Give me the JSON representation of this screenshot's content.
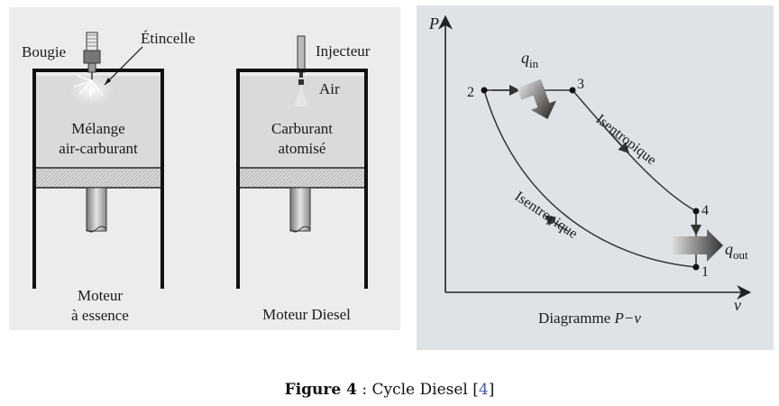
{
  "engines": {
    "gasoline": {
      "spark_plug_label": "Bougie",
      "spark_label": "Étincelle",
      "chamber_label_line1": "Mélange",
      "chamber_label_line2": "air-carburant",
      "engine_label_line1": "Moteur",
      "engine_label_line2": "à essence"
    },
    "diesel": {
      "injector_label": "Injecteur",
      "air_label": "Air",
      "chamber_label_line1": "Carburant",
      "chamber_label_line2": "atomisé",
      "engine_label": "Moteur Diesel"
    }
  },
  "pv_diagram": {
    "y_axis_label": "P",
    "x_axis_label": "v",
    "title_prefix": "Diagramme ",
    "title_var": "P−v",
    "heat_in": {
      "base": "q",
      "sub": "in"
    },
    "heat_out": {
      "base": "q",
      "sub": "out"
    },
    "compression_label": "Isentropique",
    "expansion_label": "Isentropique",
    "states": [
      {
        "id": "1",
        "label": "1"
      },
      {
        "id": "2",
        "label": "2"
      },
      {
        "id": "3",
        "label": "3"
      },
      {
        "id": "4",
        "label": "4"
      }
    ]
  },
  "caption": {
    "figure_label": "Figure 4",
    "separator": " : ",
    "text": "Cycle Diesel ",
    "ref_open": "[",
    "ref_num": "4",
    "ref_close": "]"
  }
}
